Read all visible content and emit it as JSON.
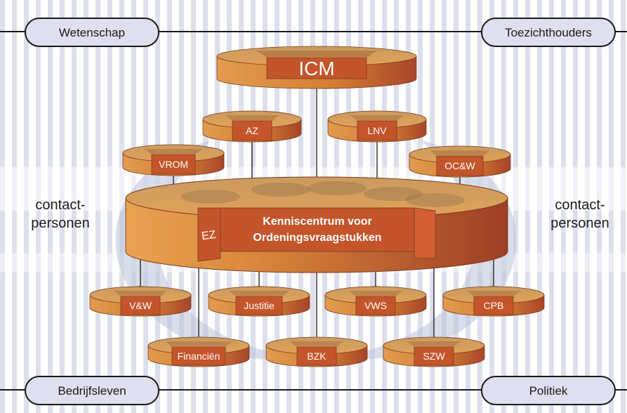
{
  "corners": {
    "top_left": "Wetenschap",
    "top_right": "Toezichthouders",
    "bottom_left": "Bedrijfsleven",
    "bottom_right": "Politiek"
  },
  "side_labels": {
    "left": [
      "contact-",
      "personen"
    ],
    "right": [
      "contact-",
      "personen"
    ]
  },
  "top_node": "ICM",
  "center": {
    "side_label": "EZ",
    "title_line1": "Kenniscentrum voor",
    "title_line2": "Ordeningsvraagstukken"
  },
  "upper_nodes": [
    "AZ",
    "LNV",
    "VROM",
    "OC&W"
  ],
  "lower_nodes": [
    "V&W",
    "Justitie",
    "VWS",
    "CPB"
  ],
  "bottom_nodes": [
    "Financiën",
    "BZK",
    "SZW"
  ],
  "colors": {
    "pill_fill": "#dde0ee",
    "disc_top": "#e9a251",
    "disc_side": "#cf7a2f",
    "label_box": "#c4552a",
    "dark_side": "#a8452a",
    "stripe": "#d2d6e4"
  }
}
